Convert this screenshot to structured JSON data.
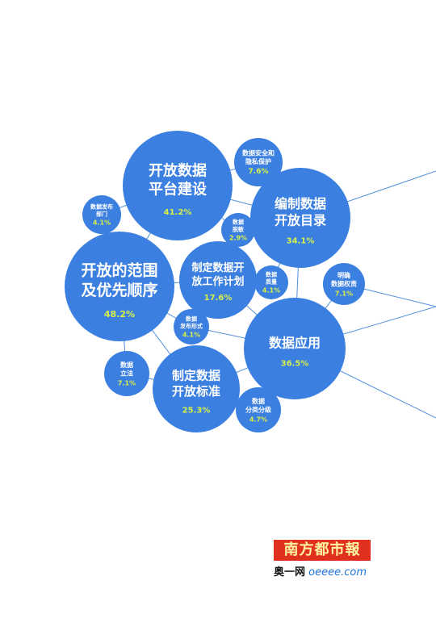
{
  "bubbles": [
    {
      "id": "platform",
      "lines": [
        "开放数据",
        "平台建设"
      ],
      "value": "41.2%",
      "color": "#3b7fe0"
    },
    {
      "id": "catalog",
      "lines": [
        "编制数据",
        "开放目录"
      ],
      "value": "34.1%",
      "color": "#3b7fe0"
    },
    {
      "id": "scope",
      "lines": [
        "开放的范围",
        "及优先顺序"
      ],
      "value": "48.2%",
      "color": "#3b7fe0"
    },
    {
      "id": "plan",
      "lines": [
        "制定数据开",
        "放工作计划"
      ],
      "value": "17.6%",
      "color": "#3b7fe0"
    },
    {
      "id": "application",
      "lines": [
        "数据应用"
      ],
      "value": "36.5%",
      "color": "#3b7fe0"
    },
    {
      "id": "standard",
      "lines": [
        "制定数据",
        "开放标准"
      ],
      "value": "25.3%",
      "color": "#3b7fe0"
    },
    {
      "id": "security",
      "lines": [
        "数据安全和",
        "隐私保护"
      ],
      "value": "7.6%",
      "color": "#3b7fe0"
    },
    {
      "id": "department",
      "lines": [
        "数据发布",
        "部门"
      ],
      "value": "4.1%",
      "color": "#3b7fe0"
    },
    {
      "id": "sensitive",
      "lines": [
        "数据",
        "脱敏"
      ],
      "value": "2.9%",
      "color": "#3b7fe0"
    },
    {
      "id": "quality",
      "lines": [
        "数据",
        "质量"
      ],
      "value": "4.1%",
      "color": "#3b7fe0"
    },
    {
      "id": "rights",
      "lines": [
        "明确",
        "数据权责"
      ],
      "value": "7.1%",
      "color": "#3b7fe0"
    },
    {
      "id": "form",
      "lines": [
        "数据",
        "发布形式"
      ],
      "value": "4.1%",
      "color": "#3b7fe0"
    },
    {
      "id": "law",
      "lines": [
        "数据",
        "立法"
      ],
      "value": "7.1%",
      "color": "#3b7fe0"
    },
    {
      "id": "classify",
      "lines": [
        "数据",
        "分类分级"
      ],
      "value": "4.7%",
      "color": "#3b7fe0"
    }
  ],
  "colors": {
    "bubble": "#3b7fe0",
    "value_text": "#d8f04a",
    "line": "#4f8fdc"
  },
  "logo": {
    "title": "南方都市報",
    "subtitle": "奥一网",
    "url": "oeeee.com"
  }
}
